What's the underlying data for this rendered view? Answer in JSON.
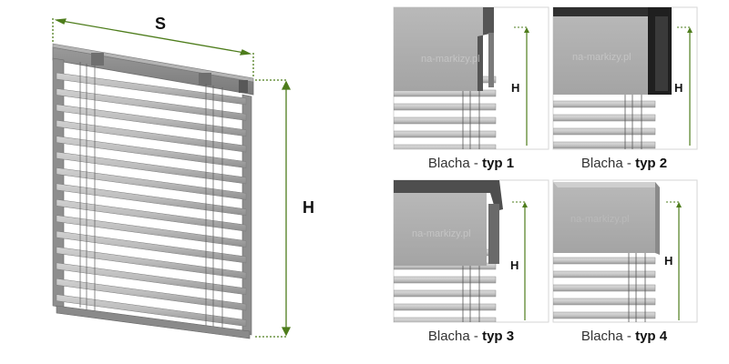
{
  "main_view": {
    "width_label": "S",
    "height_label": "H",
    "dimension_color": "#4e7d1c",
    "slat_count": 15
  },
  "watermark": "na-markizy.pl",
  "panels": [
    {
      "caption_prefix": "Blacha",
      "caption_sep": " - ",
      "caption_type": "typ 1",
      "height_label": "H"
    },
    {
      "caption_prefix": "Blacha",
      "caption_sep": " - ",
      "caption_type": "typ 2",
      "height_label": "H"
    },
    {
      "caption_prefix": "Blacha",
      "caption_sep": " - ",
      "caption_type": "typ 3",
      "height_label": "H"
    },
    {
      "caption_prefix": "Blacha",
      "caption_sep": " - ",
      "caption_type": "typ 4",
      "height_label": "H"
    }
  ]
}
